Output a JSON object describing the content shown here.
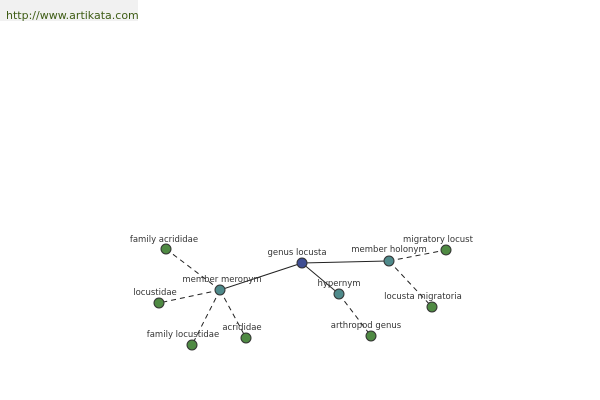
{
  "header": {
    "url": "http://www.artikata.com"
  },
  "colors": {
    "root": "#3f4e93",
    "relation": "#4f8a8b",
    "leaf": "#4f8a43"
  },
  "graph": {
    "nodes": [
      {
        "id": "genus-locusta",
        "label": "genus locusta",
        "kind": "root"
      },
      {
        "id": "member-meronym",
        "label": "member meronym",
        "kind": "relation"
      },
      {
        "id": "member-holonym",
        "label": "member holonym",
        "kind": "relation"
      },
      {
        "id": "hypernym",
        "label": "hypernym",
        "kind": "relation"
      },
      {
        "id": "family-acrididae",
        "label": "family acrididae",
        "kind": "leaf"
      },
      {
        "id": "locustidae",
        "label": "locustidae",
        "kind": "leaf"
      },
      {
        "id": "family-locustidae",
        "label": "family locustidae",
        "kind": "leaf"
      },
      {
        "id": "acrididae",
        "label": "acrididae",
        "kind": "leaf"
      },
      {
        "id": "migratory-locust",
        "label": "migratory locust",
        "kind": "leaf"
      },
      {
        "id": "locusta-migratoria",
        "label": "locusta migratoria",
        "kind": "leaf"
      },
      {
        "id": "arthropod-genus",
        "label": "arthropod genus",
        "kind": "leaf"
      }
    ],
    "edges": [
      {
        "from": "genus-locusta",
        "to": "member-meronym",
        "style": "solid"
      },
      {
        "from": "genus-locusta",
        "to": "member-holonym",
        "style": "solid"
      },
      {
        "from": "genus-locusta",
        "to": "hypernym",
        "style": "solid"
      },
      {
        "from": "member-meronym",
        "to": "family-acrididae",
        "style": "dashed"
      },
      {
        "from": "member-meronym",
        "to": "locustidae",
        "style": "dashed"
      },
      {
        "from": "member-meronym",
        "to": "family-locustidae",
        "style": "dashed"
      },
      {
        "from": "member-meronym",
        "to": "acrididae",
        "style": "dashed"
      },
      {
        "from": "member-holonym",
        "to": "migratory-locust",
        "style": "dashed"
      },
      {
        "from": "member-holonym",
        "to": "locusta-migratoria",
        "style": "dashed"
      },
      {
        "from": "hypernym",
        "to": "arthropod-genus",
        "style": "dashed"
      }
    ]
  }
}
